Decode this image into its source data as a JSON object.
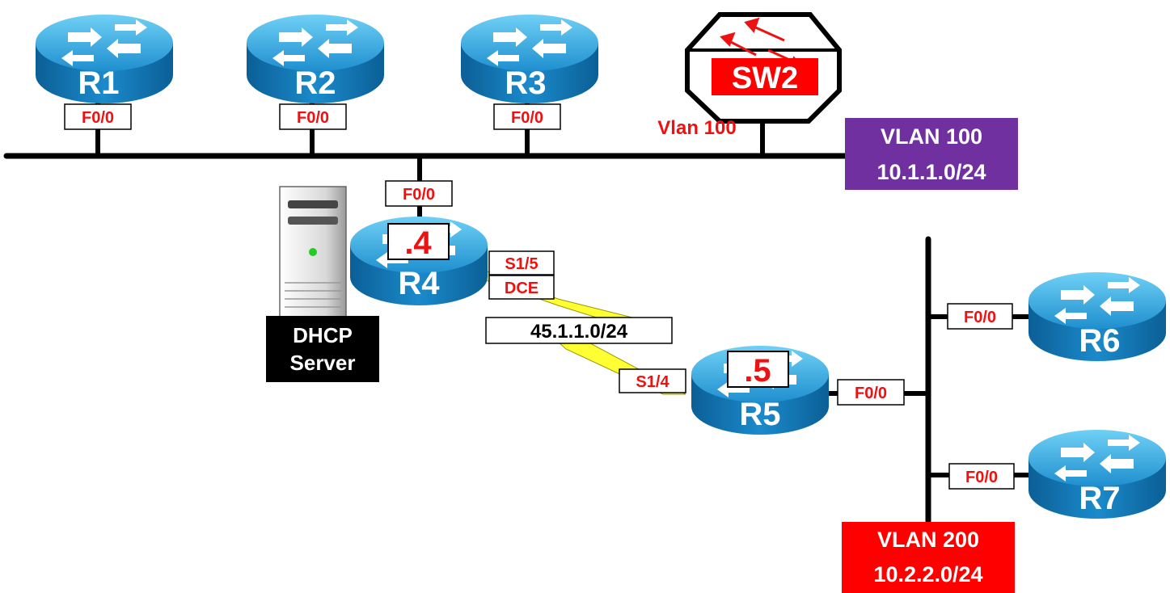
{
  "routers": [
    {
      "id": "r1",
      "label": "R1"
    },
    {
      "id": "r2",
      "label": "R2"
    },
    {
      "id": "r3",
      "label": "R3"
    },
    {
      "id": "r4",
      "label": "R4",
      "address": ".4"
    },
    {
      "id": "r5",
      "label": "R5",
      "address": ".5"
    },
    {
      "id": "r6",
      "label": "R6"
    },
    {
      "id": "r7",
      "label": "R7"
    }
  ],
  "switch": {
    "label": "SW2",
    "port_label": "Vlan 100"
  },
  "interfaces": {
    "r1": "F0/0",
    "r2": "F0/0",
    "r3": "F0/0",
    "r4_lan": "F0/0",
    "r4_serial": "S1/5",
    "r4_dce": "DCE",
    "r5_serial": "S1/4",
    "r5_lan": "F0/0",
    "r6": "F0/0",
    "r7": "F0/0"
  },
  "serial_link": {
    "subnet": "45.1.1.0/24"
  },
  "vlan100": {
    "name": "VLAN 100",
    "subnet": "10.1.1.0/24",
    "color": "#7030a0"
  },
  "vlan200": {
    "name": "VLAN 200",
    "subnet": "10.2.2.0/24",
    "color": "#ff0000"
  },
  "server": {
    "line1": "DHCP",
    "line2": "Server"
  },
  "colors": {
    "router_top": "#2a9fd6",
    "router_side": "#0f6fa6",
    "label_red": "#ee1111",
    "serial": "#ffff33"
  }
}
